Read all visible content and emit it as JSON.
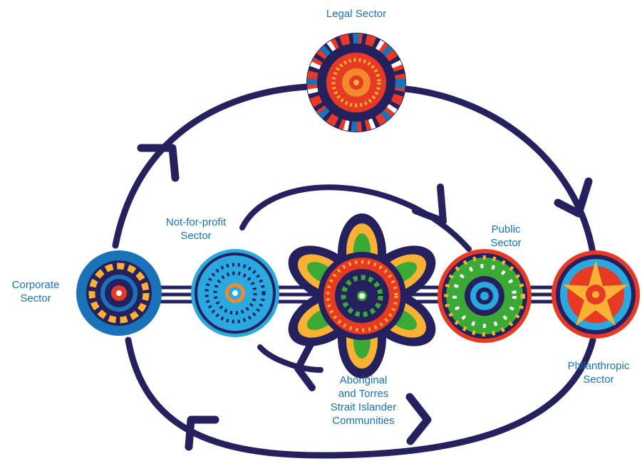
{
  "labels": {
    "legal": "Legal Sector",
    "not_for_profit": "Not-for-profit\nSector",
    "public": "Public\nSector",
    "corporate": "Corporate\nSector",
    "philanthropic": "Philanthropic\nSector",
    "communities": "Aboriginal\nand Torres\nStrait Islander\nCommunities"
  },
  "colors": {
    "navy": "#25205e",
    "label_blue": "#1a73b8",
    "red": "#e63a24",
    "orange": "#f28a2b",
    "yellow": "#f9b233",
    "light_blue": "#2aa9e0",
    "green": "#3aaa35",
    "white": "#ffffff"
  },
  "icons": {
    "legal": "legal-sector-emblem-icon",
    "not_for_profit": "not-for-profit-emblem-icon",
    "corporate": "corporate-emblem-icon",
    "public": "public-emblem-icon",
    "philanthropic": "philanthropic-emblem-icon",
    "communities": "communities-flower-icon"
  }
}
